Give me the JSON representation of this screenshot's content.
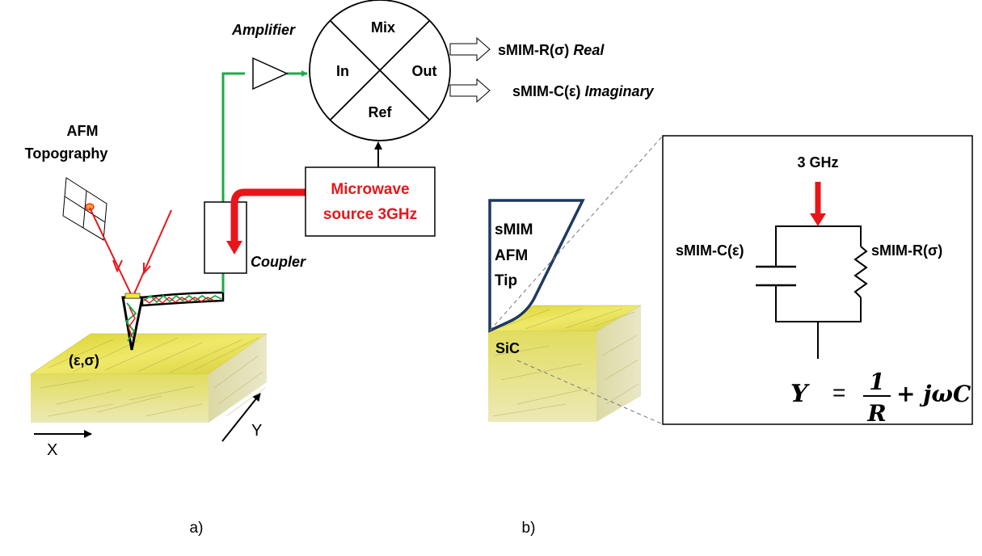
{
  "panel_a": {
    "afm_title_1": "AFM",
    "afm_title_2": "Topography",
    "amplifier": "Amplifier",
    "mixer": {
      "top": "Mix",
      "left": "In",
      "right": "Out",
      "bottom": "Ref"
    },
    "out_real_main": "sMIM-R(σ)",
    "out_real_suffix": "Real",
    "out_imag_main": "sMIM-C(ε)",
    "out_imag_suffix": "Imaginary",
    "source_line1": "Microwave",
    "source_line2": "source 3GHz",
    "coupler": "Coupler",
    "sample_label": "(ε,σ)",
    "axis_x": "X",
    "axis_y": "Y",
    "caption": "a)"
  },
  "panel_b": {
    "tip_line1": "sMIM",
    "tip_line2": "AFM",
    "tip_line3": "Tip",
    "sample": "SiC",
    "frequency": "3 GHz",
    "cap_label": "sMIM-C(ε)",
    "res_label": "sMIM-R(σ)",
    "eq_lhs": "Y",
    "eq_equals": "=",
    "eq_num": "1",
    "eq_den": "R",
    "eq_rest": "+ jωC",
    "caption": "b)"
  },
  "colors": {
    "red": "#e8161b",
    "green": "#1faa4a",
    "navy": "#1f3864",
    "sample_top": "#e6e04a",
    "sample_side": "#d8d49a"
  }
}
